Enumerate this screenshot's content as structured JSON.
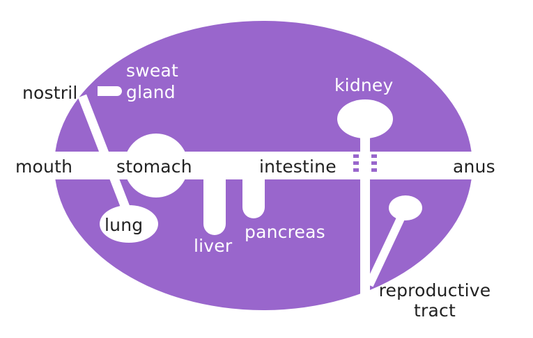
{
  "colors": {
    "body": "#9966cc",
    "tube": "#ffffff",
    "dark_text": "#222222",
    "light_text": "#ffffff"
  },
  "labels": {
    "mouth": "mouth",
    "anus": "anus",
    "stomach": "stomach",
    "intestine": "intestine",
    "nostril": "nostril",
    "sweat_gland_line1": "sweat",
    "sweat_gland_line2": "gland",
    "kidney": "kidney",
    "lung": "lung",
    "liver": "liver",
    "pancreas": "pancreas",
    "reproductive_line1": "reproductive",
    "reproductive_line2": "tract"
  }
}
